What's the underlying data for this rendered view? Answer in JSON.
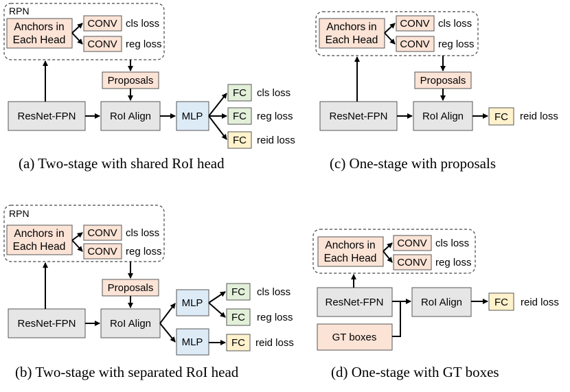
{
  "labels": {
    "rpn": "RPN",
    "anchors_1": "Anchors in",
    "anchors_2": "Each Head",
    "conv": "CONV",
    "cls_loss": "cls loss",
    "reg_loss": "reg loss",
    "reid_loss": "reid loss",
    "proposals": "Proposals",
    "resnet": "ResNet-FPN",
    "roi_align": "RoI Align",
    "mlp": "MLP",
    "fc": "FC",
    "gt_boxes": "GT boxes"
  },
  "captions": {
    "a": "(a) Two-stage with shared RoI head",
    "b": "(b) Two-stage with separated RoI head",
    "c": "(c) One-stage with proposals",
    "d": "(d) One-stage with GT boxes"
  },
  "colors": {
    "grey_box": "#e6e6e6",
    "peach_box": "#fbe3d6",
    "blue_box": "#ddebf7",
    "green_box": "#e2f0d9",
    "yellow_box": "#fff2cc"
  }
}
